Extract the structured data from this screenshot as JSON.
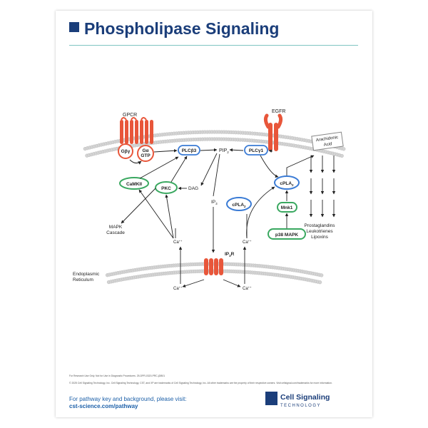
{
  "title": "Phospholipase Signaling",
  "labels": {
    "gpcr": "GPCR",
    "egfr": "EGFR",
    "gbg": "Gβγ",
    "ga": "Gα",
    "gtp": "GTP",
    "plcb3": "PLCβ3",
    "pip2": "PIP",
    "pip2_sub": "2",
    "plcg1": "PLCγ1",
    "camkii": "CaMKII",
    "pkc": "PKC",
    "dag": "DAG",
    "ip3": "IP",
    "ip3_sub": "3",
    "mapk1": "MAPK",
    "mapk2": "Cascade",
    "ca": "Ca",
    "ca_sup": "++",
    "ip3r": "IP",
    "ip3r_sub": "3",
    "ip3r_r": "R",
    "er1": "Endoplasmic",
    "er2": "Reticulum",
    "cpla2a": "cPLA",
    "cpla2a_sub": "2",
    "cpla2b": "cPLA",
    "cpla2b_sub": "2",
    "mnk1": "Mnk1",
    "p38": "p38 MAPK",
    "aa1": "Arachidonic",
    "aa2": "Acid",
    "prod1": "Prostaglandins",
    "prod2": "Leukotrienes",
    "prod3": "Lipoxins"
  },
  "footer": {
    "ruo": "For Research Use Only. Not for Use in Diagnostic Procedures.   25-DPR-0320-PRC-jDB01",
    "copyright": "© 2025 Cell Signaling Technology, Inc. Cell Signaling Technology, CST, and XP are trademarks of Cell Signaling Technology, Inc. All other trademarks are the property of their respective owners. Visit cellsignal.com/trademarks for more information.",
    "visit": "For pathway key and background, please visit:",
    "url": "cst-science.com/pathway"
  },
  "brand": {
    "name": "Cell Signaling",
    "sub": "TECHNOLOGY",
    "reg": "®"
  },
  "colors": {
    "brand_blue": "#1b3e7a",
    "receptor_red": "#e8563a",
    "node_green": "#3aa860",
    "membrane_gray": "#c8c8c8"
  }
}
